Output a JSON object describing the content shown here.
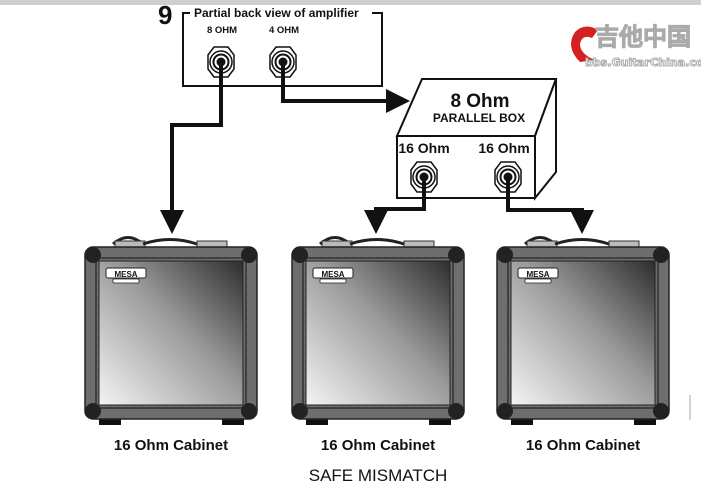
{
  "figure_number": "9",
  "amplifier": {
    "title": "Partial back view of amplifier",
    "jacks": [
      {
        "label": "8 OHM"
      },
      {
        "label": "4 OHM"
      }
    ]
  },
  "parallel_box": {
    "impedance": "8 Ohm",
    "name": "PARALLEL BOX",
    "jacks": [
      {
        "label": "16 Ohm"
      },
      {
        "label": "16 Ohm"
      }
    ]
  },
  "cabinets": [
    {
      "label": "16 Ohm Cabinet",
      "logo": "MESA"
    },
    {
      "label": "16 Ohm Cabinet",
      "logo": "MESA"
    },
    {
      "label": "16 Ohm Cabinet",
      "logo": "MESA"
    }
  ],
  "caption": "SAFE MISMATCH",
  "watermark": {
    "title": "吉他中国",
    "url": "bbs.GuitarChina.com"
  }
}
